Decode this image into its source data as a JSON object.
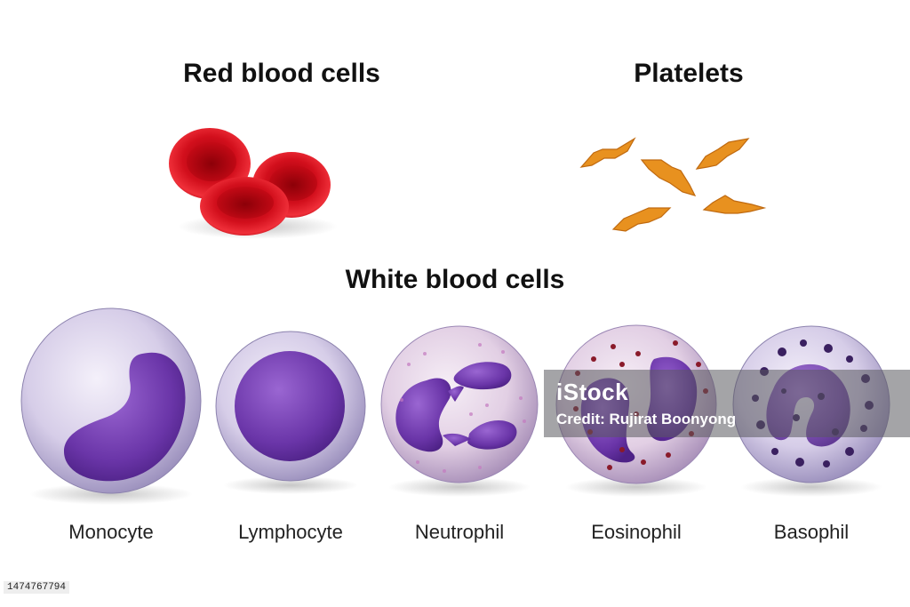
{
  "sections": {
    "red_blood_cells": "Red blood cells",
    "platelets": "Platelets",
    "white_blood_cells": "White blood cells"
  },
  "white_cells": [
    {
      "name": "Monocyte"
    },
    {
      "name": "Lymphocyte"
    },
    {
      "name": "Neutrophil"
    },
    {
      "name": "Eosinophil"
    },
    {
      "name": "Basophil"
    }
  ],
  "watermark": {
    "logo": "iStock",
    "credit": "Credit: Rujirat Boonyong"
  },
  "image_id": "1474767794",
  "colors": {
    "rbc_red": "#d8101c",
    "platelet_orange": "#e8911f",
    "cell_lilac": "#d9d2ec",
    "nucleus_purple": "#6a35a8",
    "eosinophil_granule": "#8a1a2a",
    "basophil_granule": "#3a2060"
  }
}
